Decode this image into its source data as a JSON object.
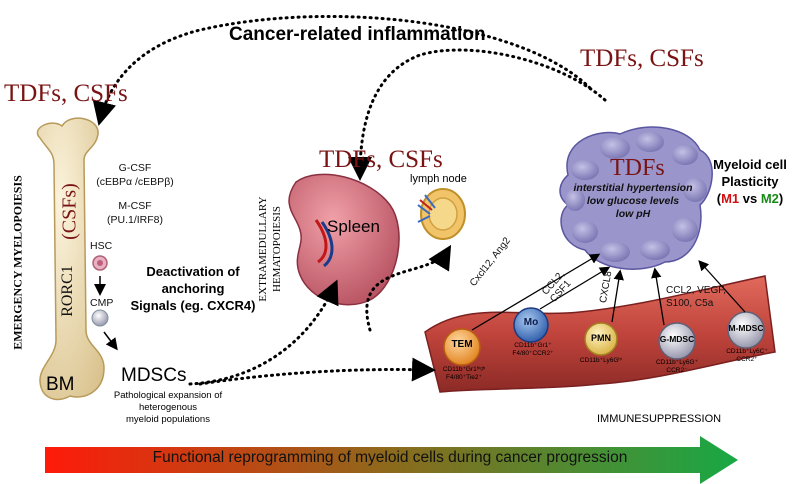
{
  "title": "Cancer-related inflammation",
  "tdf_csf_label": "TDFs, CSFs",
  "bone": {
    "vertical_label": "EMERGENCY MYELOPOIESIS",
    "csfs_label": "(CSFs)",
    "rorc1_label": "RORC1",
    "bm_label": "BM",
    "gcsf": "G-CSF",
    "gcsf_tf": "(cEBPα /cEBPβ)",
    "mcsf": "M-CSF",
    "mcsf_tf": "(PU.1/IRF8)",
    "hsc": "HSC",
    "cmp": "CMP"
  },
  "deactivation": [
    "Deactivation of",
    "anchoring",
    "Signals (eg. CXCR4)"
  ],
  "mdscs": {
    "label": "MDSCs",
    "desc": [
      "Pathological expansion of",
      "heterogenous",
      "myeloid populations"
    ]
  },
  "extramedullary": [
    "EXTRAMEDULLARY",
    "HEMATOPOIESIS"
  ],
  "spleen_label": "Spleen",
  "lymph_node_label": "lymph node",
  "tumor": {
    "title": "TDFs",
    "lines": [
      "interstitial hypertension",
      "low glucose levels",
      "low pH"
    ]
  },
  "plasticity": {
    "line1": "Myeloid cell",
    "line2": "Plasticity",
    "m1": "M1",
    "vs": " vs ",
    "m2": "M2",
    "open": "(",
    "close": ")"
  },
  "arrows": {
    "tem": "Cxcl12, Ang2",
    "mo_a": "CCL2,",
    "mo_b": "CSF1",
    "pmn": "CXCL8",
    "mdsc_a": "CCL2, VEGF,",
    "mdsc_b": "S100, C5a"
  },
  "cells": [
    {
      "name": "TEM",
      "markers": [
        "CD11b⁺Gr1ʰⁱᵍʰ",
        "F4/80⁺Tie2⁺"
      ]
    },
    {
      "name": "Mo",
      "markers": [
        "CD11b⁺Gr1⁺",
        "F4/80⁺CCR2⁺"
      ]
    },
    {
      "name": "PMN",
      "markers": [
        "CD11b⁺Ly6Gʰⁱ"
      ]
    },
    {
      "name": "G-MDSC",
      "markers": [
        "CD11b⁺Ly6G⁺",
        "CCR2⁻"
      ]
    },
    {
      "name": "M-MDSC",
      "markers": [
        "CD11b⁺Ly6C⁺",
        "CCR2⁺"
      ]
    }
  ],
  "immunosuppression": "IMMUNESUPPRESSION",
  "bottom_banner": "Functional reprogramming of myeloid cells during cancer progression",
  "colors": {
    "tdf": "#7a1414",
    "m1": "#d01010",
    "m2": "#1a8a1a",
    "vessel": "#c0443c",
    "tumor": "#8a86c0"
  }
}
